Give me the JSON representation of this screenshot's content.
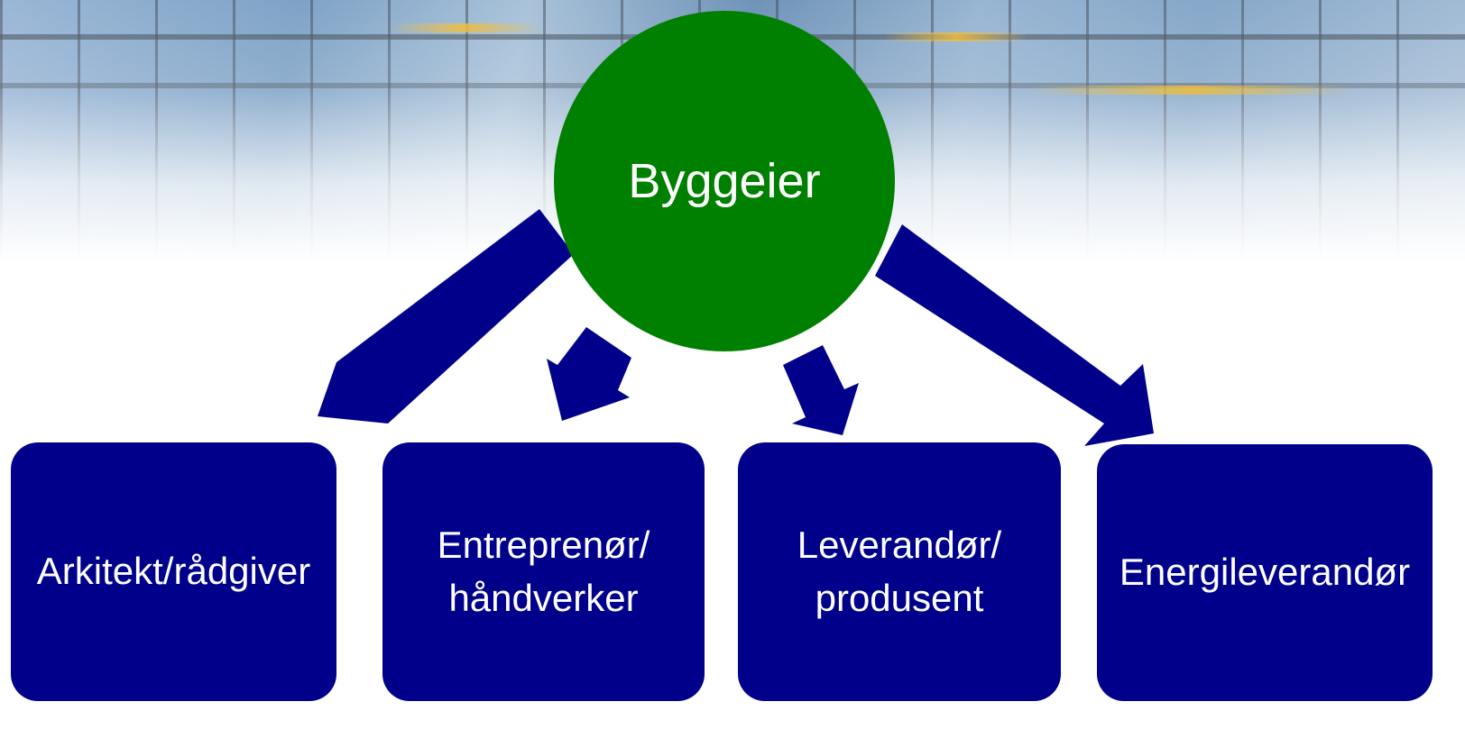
{
  "root": {
    "label": "Byggeier",
    "color": "#008000"
  },
  "children": [
    {
      "lines": [
        "Arkitekt/rådgiver"
      ]
    },
    {
      "lines": [
        "Entreprenør/",
        "håndverker"
      ]
    },
    {
      "lines": [
        "Leverandør/",
        "produsent"
      ]
    },
    {
      "lines": [
        "Energileverandør"
      ]
    }
  ],
  "colors": {
    "box": "#00008b",
    "arrow": "#00008b",
    "circle": "#008000"
  }
}
